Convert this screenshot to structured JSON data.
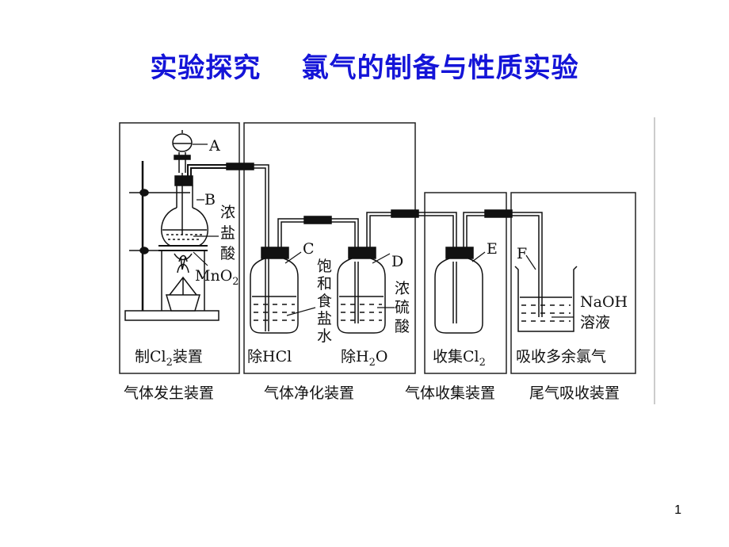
{
  "title": "实验探究    氯气的制备与性质实验",
  "labels": {
    "A": "A",
    "B": "B",
    "C": "C",
    "D": "D",
    "E": "E",
    "F": "F",
    "conc_hcl": [
      "浓",
      "盐",
      "酸"
    ],
    "mno2_main": "MnO",
    "mno2_sub": "2",
    "sat_brine": [
      "饱",
      "和",
      "食",
      "盐",
      "水"
    ],
    "conc_h2so4": [
      "浓",
      "硫",
      "酸"
    ],
    "naoh_1": "NaOH",
    "naoh_2": "溶液"
  },
  "box_captions": {
    "gen_pre": "制Cl",
    "gen_sub": "2",
    "gen_post": "装置",
    "remove_hcl": "除HCl",
    "remove_h2o_pre": "除H",
    "remove_h2o_sub": "2",
    "remove_h2o_post": "O",
    "collect_pre": "收集Cl",
    "collect_sub": "2",
    "absorb": "吸收多余氯气"
  },
  "section_captions": {
    "generation": "气体发生装置",
    "purification": "气体净化装置",
    "collection": "气体收集装置",
    "tail_gas": "尾气吸收装置"
  },
  "page_number": "1"
}
